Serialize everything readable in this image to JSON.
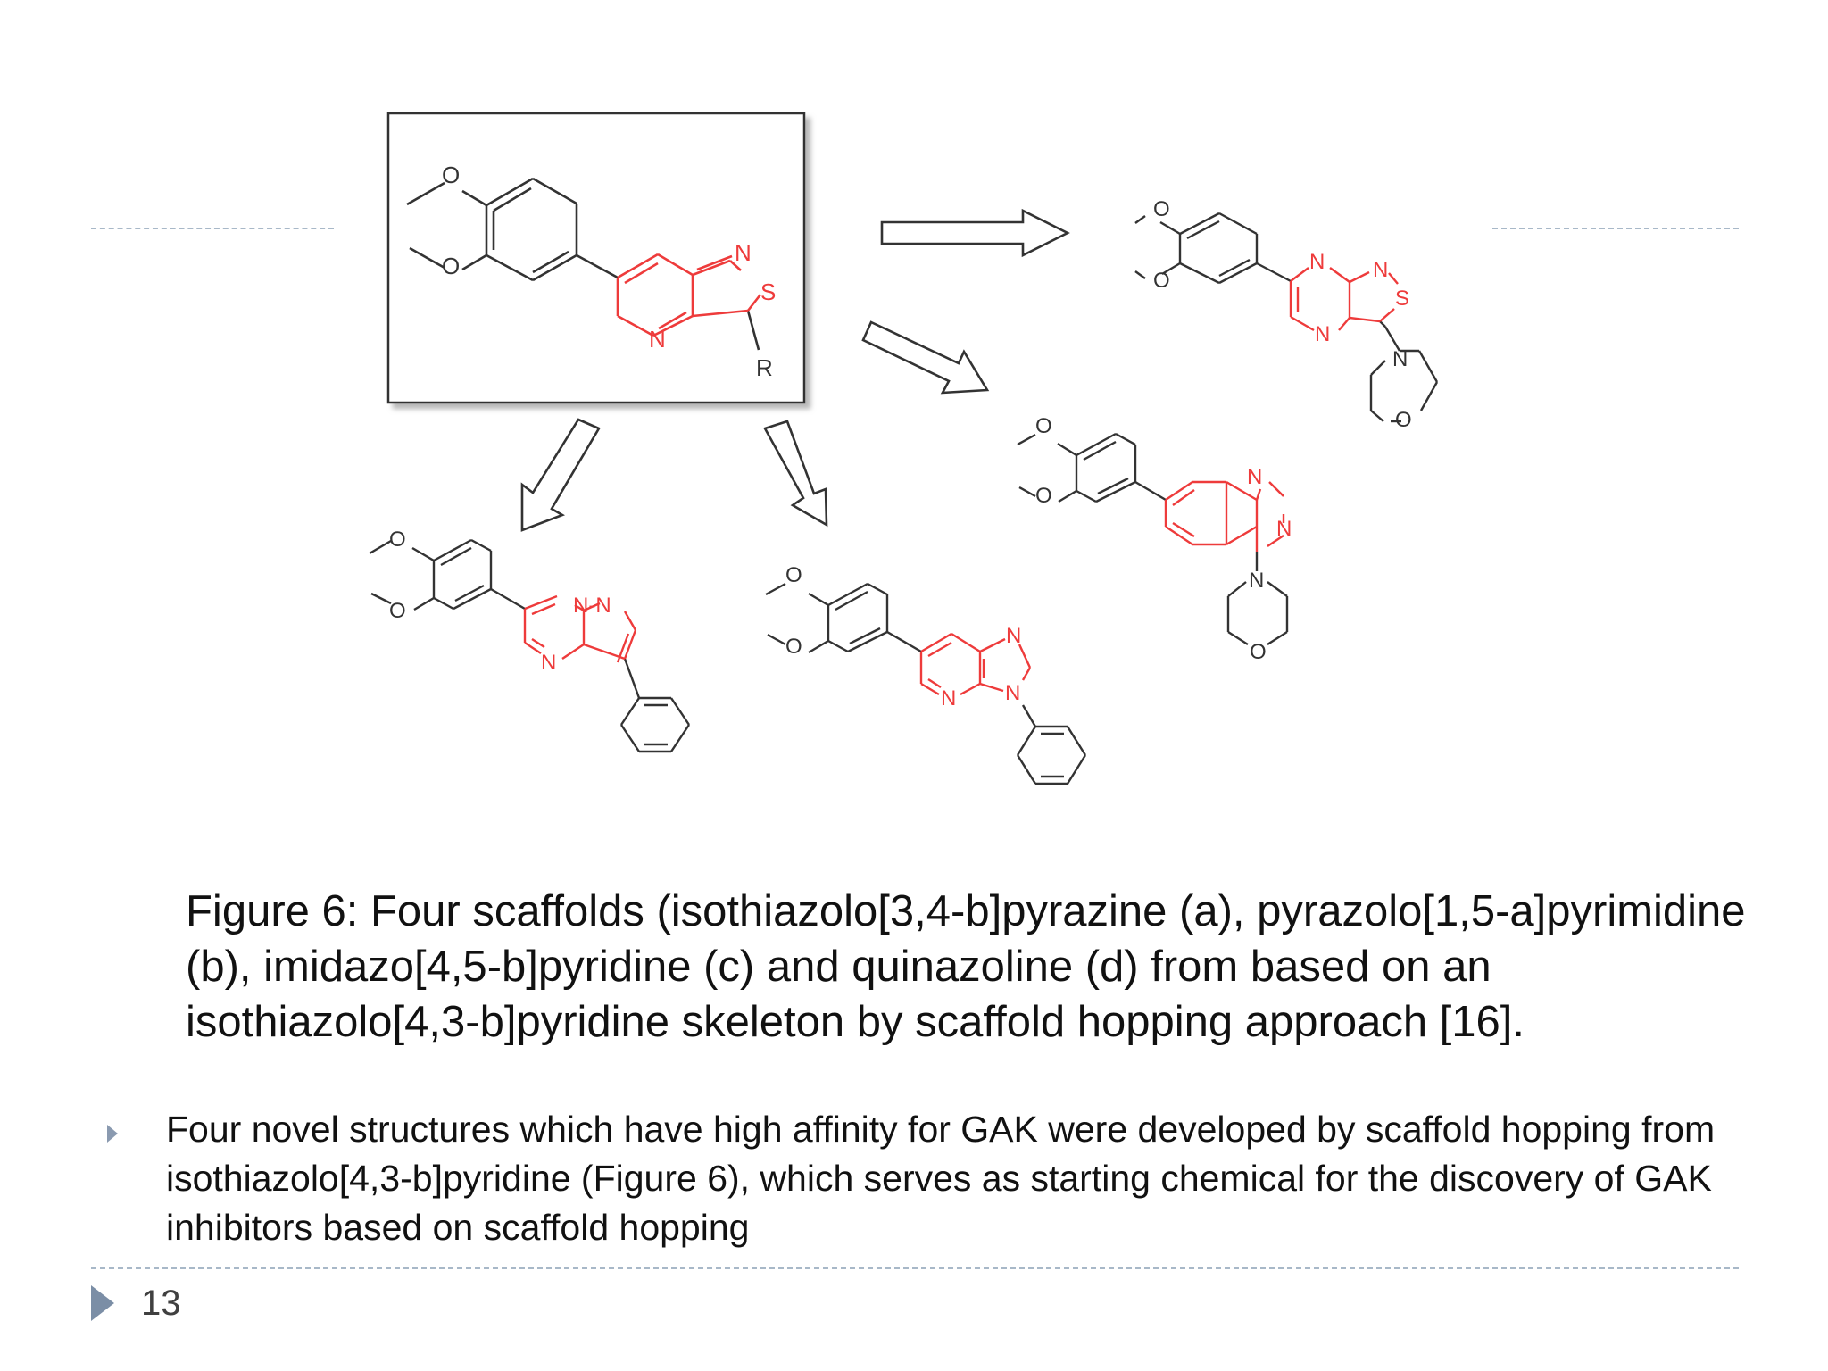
{
  "figure": {
    "core_label_r": "R",
    "atom_o": "O",
    "atom_n": "N",
    "atom_s": "S",
    "atom_nn": "N-N"
  },
  "caption": "Figure 6: Four scaffolds (isothiazolo[3,4-b]pyrazine (a), pyrazolo[1,5-a]pyrimidine (b), imidazo[4,5-b]pyridine (c) and quinazoline (d) from based on an isothiazolo[4,3-b]pyridine skeleton by scaffold hopping approach [16].",
  "bullets": [
    "Four novel structures which have high affinity for GAK were developed by scaffold hopping from isothiazolo[4,3-b]pyridine (Figure 6), which serves as starting chemical for the discovery of GAK inhibitors based on scaffold hopping"
  ],
  "page_number": "13",
  "colors": {
    "scaffold": "#ee3b3b",
    "bond": "#333333",
    "rule": "#a8b8c8",
    "marker": "#7b8ea6"
  }
}
